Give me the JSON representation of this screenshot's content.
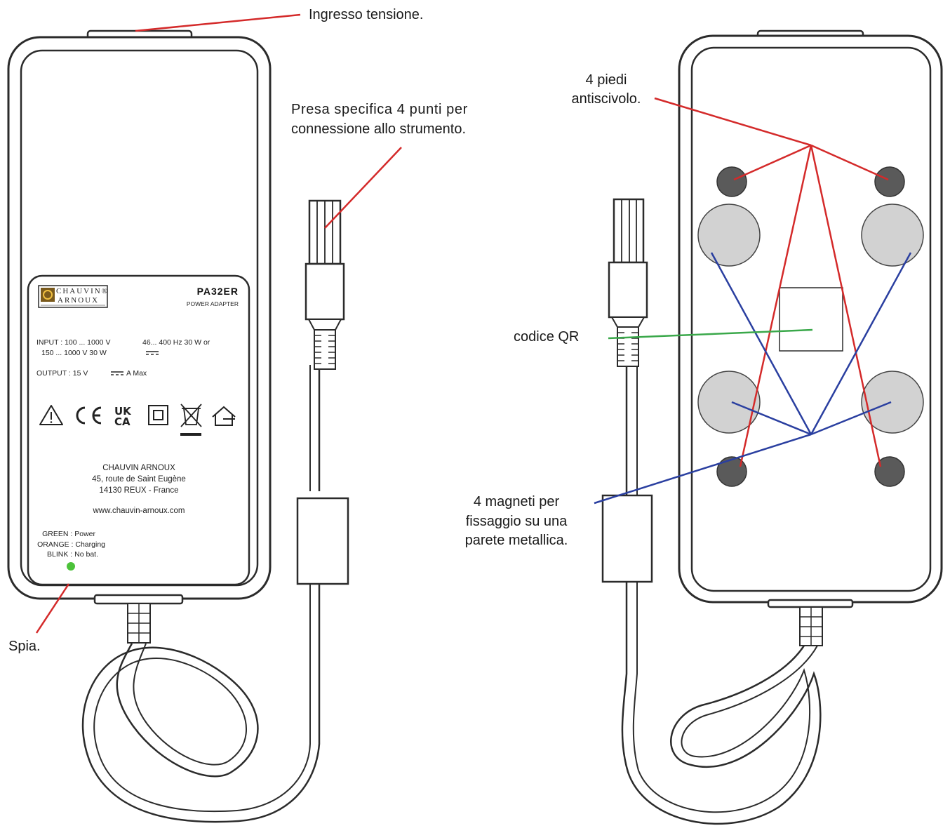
{
  "callouts": {
    "voltage_input": "Ingresso tensione.",
    "plug_line1": "Presa specifica 4 punti per",
    "plug_line2": "connessione allo strumento.",
    "feet_line1": "4 piedi",
    "feet_line2": "antiscivolo.",
    "qr": "codice QR",
    "magnets_line1": "4 magneti per",
    "magnets_line2": "fissaggio su una",
    "magnets_line3": "parete metallica.",
    "led": "Spia."
  },
  "label": {
    "brand_line1": "CHAUVIN®",
    "brand_line2": "ARNOUX",
    "model": "PA32ER",
    "model_sub": "POWER ADAPTER",
    "input_line1": "INPUT :  100 ... 1000 V",
    "input_freq": "46... 400 Hz 30 W or",
    "input_line2": "150 ... 1000 V        30 W",
    "output": "OUTPUT :  15 V",
    "output_max": "A Max",
    "symbol_uk": "UK",
    "symbol_ca": "CA",
    "address_name": "CHAUVIN ARNOUX",
    "address_street": "45, route de Saint Eugène",
    "address_city": "14130 REUX - France",
    "website": "www.chauvin-arnoux.com",
    "led_green": "GREEN : Power",
    "led_orange": "ORANGE : Charging",
    "led_blink": "BLINK : No bat."
  },
  "colors": {
    "red_leader": "#d42a2a",
    "blue_leader": "#2a3fa0",
    "green_leader": "#3aa84a",
    "led": "#4cc23a",
    "magnet": "#d2d2d2",
    "foot": "#5a5a5a",
    "outline": "#2b2b2b"
  }
}
